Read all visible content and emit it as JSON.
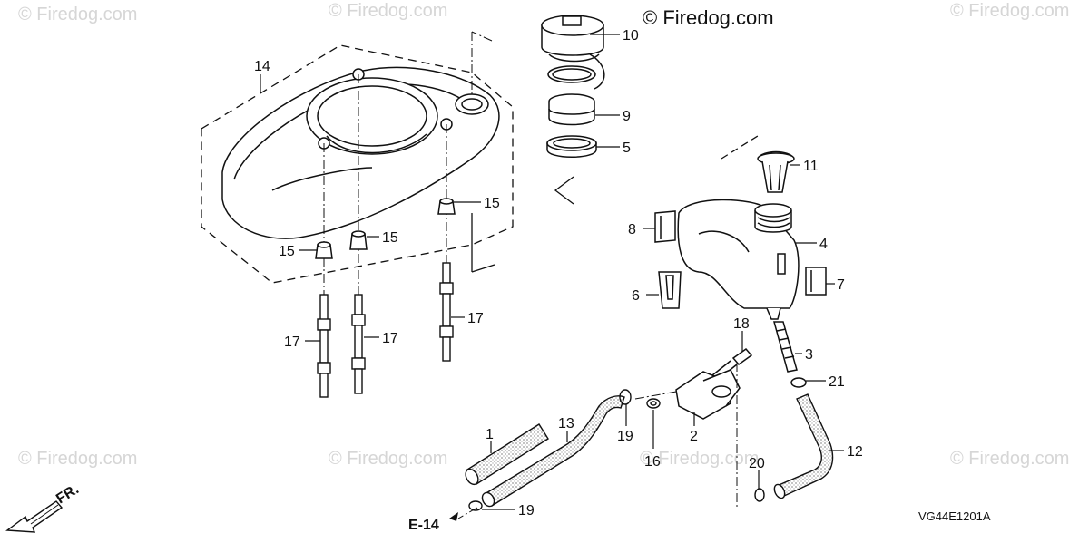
{
  "copyright": "© Firedog.com",
  "watermarks": [
    "© Firedog.com",
    "© Firedog.com",
    "© Firedog.com",
    "© Firedog.com",
    "© Firedog.com",
    "© Firedog.com",
    "© Firedog.com"
  ],
  "diagram_code": "VG44E1201A",
  "reference": "E-14",
  "direction": "FR.",
  "callouts": {
    "p14": "14",
    "p10": "10",
    "p9": "9",
    "p5": "5",
    "p11": "11",
    "p8": "8",
    "p4": "4",
    "p6": "6",
    "p7": "7",
    "p15a": "15",
    "p15b": "15",
    "p15c": "15",
    "p17a": "17",
    "p17b": "17",
    "p17c": "17",
    "p18": "18",
    "p3": "3",
    "p21": "21",
    "p1": "1",
    "p13": "13",
    "p19a": "19",
    "p16": "16",
    "p2": "2",
    "p20": "20",
    "p12": "12",
    "p19b": "19"
  }
}
